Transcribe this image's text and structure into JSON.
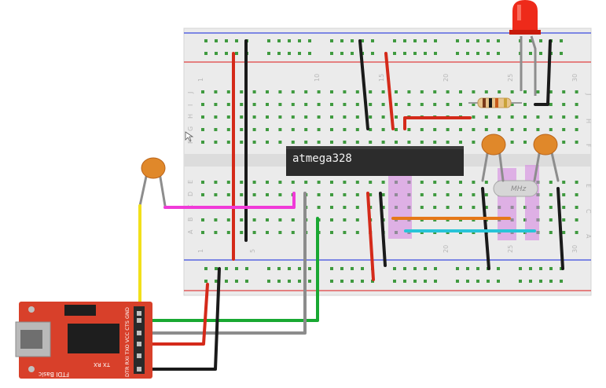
{
  "chip": {
    "label": "atmega328"
  },
  "crystal": {
    "label": "MHz"
  },
  "ftdi": {
    "title": "FTDI Basic",
    "pins": "DTR RXI TXO VCC CTS GND",
    "tx_rx": "TX RX"
  },
  "breadboard": {
    "column_numbers": [
      "1",
      "5",
      "10",
      "15",
      "20",
      "25",
      "30"
    ],
    "row_letters_top": [
      "J",
      "I",
      "H",
      "G",
      "F"
    ],
    "row_letters_bottom": [
      "E",
      "D",
      "C",
      "B",
      "A"
    ]
  },
  "colors": {
    "wire_red": "#d42a1a",
    "wire_black": "#1a1a1a",
    "wire_yellow": "#f2e01a",
    "wire_green": "#19a832",
    "wire_gray": "#8c8c8c",
    "wire_magenta": "#f03ad8",
    "wire_orange": "#e57818",
    "wire_cyan": "#28c4d8",
    "board": "#ececec",
    "hole": "#3f9a3f",
    "ftdi_red": "#d8402a",
    "chip": "#2a2a2a",
    "capacitor": "#e0882a",
    "led": "#ee2a1a"
  }
}
